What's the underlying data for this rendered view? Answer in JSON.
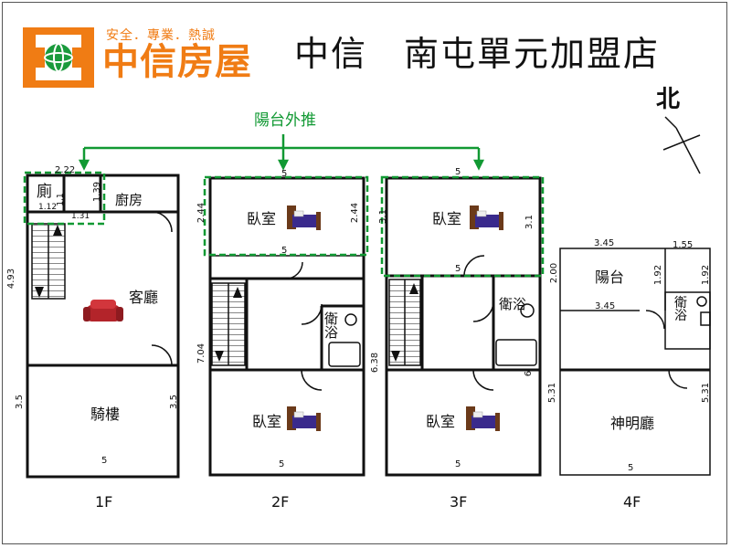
{
  "header": {
    "slogan": "安全．專業．熱誠",
    "brand": "中信房屋",
    "store": "中信　南屯單元加盟店",
    "north": "北"
  },
  "annotation": {
    "balcony_note": "陽台外推"
  },
  "floors": {
    "f1": {
      "label": "1F",
      "rooms": {
        "toilet": "廁",
        "kitchen": "廚房",
        "living": "客廳",
        "arcade": "騎樓"
      }
    },
    "f2": {
      "label": "2F",
      "rooms": {
        "bedroom_top": "臥室",
        "bath": "衛浴",
        "bedroom_bottom": "臥室"
      }
    },
    "f3": {
      "label": "3F",
      "rooms": {
        "bedroom_top": "臥室",
        "bath": "衛浴",
        "bedroom_bottom": "臥室"
      }
    },
    "f4": {
      "label": "4F",
      "rooms": {
        "balcony": "陽台",
        "bath": "衛浴",
        "shrine": "神明廳"
      }
    }
  },
  "dimensions": {
    "f1": {
      "top_small": "2.22",
      "toilet_w": "1.12",
      "h_139": "1.39",
      "k_131": "1.31",
      "left_493": "4.93",
      "left_35": "3.5",
      "right_35": "3.5",
      "bottom_5": "5",
      "toilet_h": "1.1"
    },
    "f2": {
      "top_5": "5",
      "mid_5": "5",
      "left_244": "2.44",
      "right_244": "2.44",
      "left_704": "7.04",
      "bottom_5": "5"
    },
    "f3": {
      "top_5": "5",
      "mid_5": "5",
      "right_31": "3.1",
      "left_31": "3.1",
      "left_638": "6.38",
      "right_6": "6",
      "bottom_5": "5"
    },
    "f4": {
      "top_345": "3.45",
      "top_155": "1.55",
      "mid_345": "3.45",
      "left_200": "2.00",
      "mid_192": "1.92",
      "right_192": "1.92",
      "left_531": "5.31",
      "right_531": "5.31",
      "bottom_5": "5"
    }
  },
  "colors": {
    "brand_orange": "#f07c14",
    "dashed_green": "#119933",
    "wall": "#111111"
  }
}
